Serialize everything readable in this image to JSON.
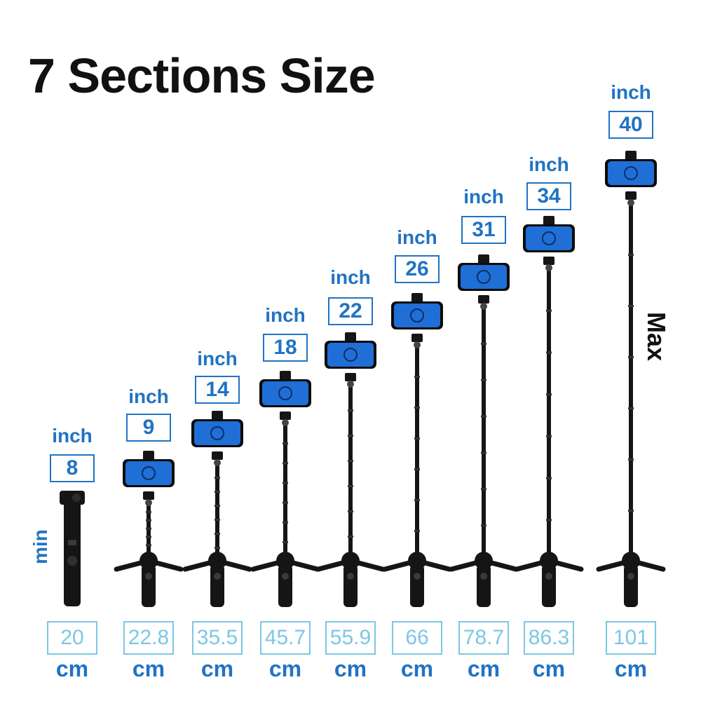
{
  "title": "7 Sections Size",
  "min_label": "min",
  "max_label": "Max",
  "colors": {
    "accent_blue": "#2173c4",
    "light_blue": "#7dc7e3",
    "stick_black": "#151515",
    "phone_blue": "#1f6fd6"
  },
  "icons": [
    "selfie-stick-folded",
    "selfie-stick-tripod",
    "smartphone"
  ],
  "heights": [
    {
      "inch_label": "inch",
      "inch": "8",
      "cm": "20",
      "cm_label": "cm"
    },
    {
      "inch_label": "inch",
      "inch": "9",
      "cm": "22.8",
      "cm_label": "cm"
    },
    {
      "inch_label": "inch",
      "inch": "14",
      "cm": "35.5",
      "cm_label": "cm"
    },
    {
      "inch_label": "inch",
      "inch": "18",
      "cm": "45.7",
      "cm_label": "cm"
    },
    {
      "inch_label": "inch",
      "inch": "22",
      "cm": "55.9",
      "cm_label": "cm"
    },
    {
      "inch_label": "inch",
      "inch": "26",
      "cm": "66",
      "cm_label": "cm"
    },
    {
      "inch_label": "inch",
      "inch": "31",
      "cm": "78.7",
      "cm_label": "cm"
    },
    {
      "inch_label": "inch",
      "inch": "34",
      "cm": "86.3",
      "cm_label": "cm"
    },
    {
      "inch_label": "inch",
      "inch": "40",
      "cm": "101",
      "cm_label": "cm"
    }
  ]
}
